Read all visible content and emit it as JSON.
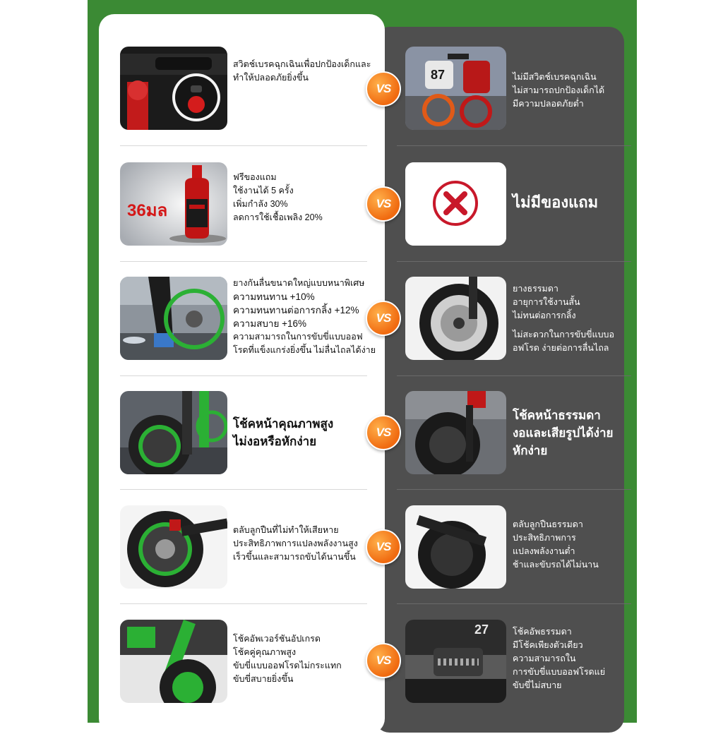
{
  "vs_label": "VS",
  "rows": [
    {
      "left_image": "brake-switch-photo",
      "left_lines": [
        "สวิตช์เบรคฉุกเฉินเพื่อปกป้องเด็กและ",
        "ทำให้ปลอดภัยยิ่งขึ้น"
      ],
      "right_image": "competitor-dirt-bikes-photo",
      "right_lines": [
        "ไม่มีสวิตช์เบรคฉุกเฉิน",
        "ไม่สามารถปกป้องเด็กได้",
        "มีความปลอดภัยต่ำ"
      ]
    },
    {
      "left_image": "fuel-additive-bottle-photo",
      "left_image_label": "36มล",
      "left_lines": [
        "ฟรีของแถม",
        "ใช้งานได้ 5 ครั้ง",
        "เพิ่มกำลัง 30%",
        "ลดการใช้เชื้อเพลิง 20%"
      ],
      "right_image": "no-gift-x-icon",
      "right_lines": [
        "ไม่มีของแถม"
      ]
    },
    {
      "left_image": "thick-tire-photo",
      "left_lines": [
        "ยางกันลื่นขนาดใหญ่แบบหนาพิเศษ",
        "ความทนทาน +10%",
        "ความทนทานต่อการกลิ้ง +12%",
        "ความสบาย +16%",
        "ความสามารถในการขับขี่แบบออฟ",
        "โรดที่แข็งแกร่งยิ่งขึ้น ไม่ลื่นไถลได้ง่าย"
      ],
      "right_image": "ordinary-tire-photo",
      "right_lines_a": [
        "ยางธรรมดา",
        "อายุการใช้งานสั้น",
        "ไม่ทนต่อการกลิ้ง"
      ],
      "right_lines_b": [
        "ไม่สะดวกในการขับขี่แบบอ",
        "อฟโรด ง่ายต่อการลื่นไถล"
      ]
    },
    {
      "left_image": "quality-front-fork-photo",
      "left_lines": [
        "โช้คหน้าคุณภาพสูง",
        "ไม่งอหรือหักง่าย"
      ],
      "right_image": "ordinary-front-fork-photo",
      "right_lines": [
        "โช้คหน้าธรรมดา",
        "งอและเสียรูปได้ง่าย",
        "หักง่าย"
      ]
    },
    {
      "left_image": "quality-bearing-wheel-photo",
      "left_lines": [
        "ตลับลูกปืนที่ไม่ทำให้เสียหาย",
        "ประสิทธิภาพการแปลงพลังงานสูง",
        "เร็วขึ้นและสามารถขับได้นานขึ้น"
      ],
      "right_image": "ordinary-bearing-wheel-photo",
      "right_lines": [
        "ตลับลูกปืนธรรมดา",
        "ประสิทธิภาพการ",
        "แปลงพลังงานต่ำ",
        "ช้าและขับรถได้ไม่นาน"
      ]
    },
    {
      "left_image": "upgraded-shock-photo",
      "left_lines": [
        "โช้คอัพเวอร์ชันอัปเกรด",
        "โช้คคู่คุณภาพสูง",
        "ขับขี่แบบออฟโรดไม่กระแทก",
        "ขับขี่สบายยิ่งขึ้น"
      ],
      "right_image": "single-shock-photo",
      "right_lines": [
        "โช้คอัพธรรมดา",
        "มีโช้คเพียงตัวเดียว",
        "ความสามารถใน",
        "การขับขี่แบบออฟโรดแย่",
        "ขับขี่ไม่สบาย"
      ]
    }
  ],
  "colors": {
    "frame_green": "#3b8a34",
    "dark_panel": "#4f4f4f",
    "vs_orange": "#f06a10",
    "x_red": "#c8182a"
  }
}
